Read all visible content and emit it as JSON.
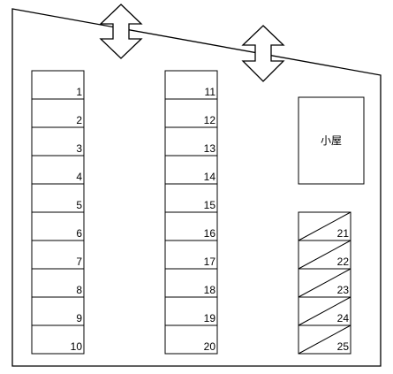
{
  "map": {
    "column_a": [
      "1",
      "2",
      "3",
      "4",
      "5",
      "6",
      "7",
      "8",
      "9",
      "10"
    ],
    "column_b": [
      "11",
      "12",
      "13",
      "14",
      "15",
      "16",
      "17",
      "18",
      "19",
      "20"
    ],
    "column_c": [
      "21",
      "22",
      "23",
      "24",
      "25"
    ],
    "shed_label": "小屋",
    "entrances": [
      "entrance-left",
      "entrance-right"
    ]
  }
}
